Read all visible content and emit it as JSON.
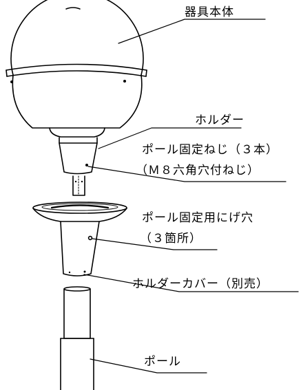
{
  "labels": {
    "fixture_body": "器具本体",
    "holder": "ホルダー",
    "pole_fixing_screw": "ポール固定ねじ（３本）",
    "pole_fixing_screw_spec": "（Ｍ８六角穴付ねじ）",
    "pole_fixing_hole": "ポール固定用にげ穴",
    "pole_fixing_hole_count": "（３箇所）",
    "holder_cover": "ホルダーカバー（別売）",
    "pole": "ポール"
  },
  "colors": {
    "line": "#000000",
    "background": "#ffffff"
  }
}
